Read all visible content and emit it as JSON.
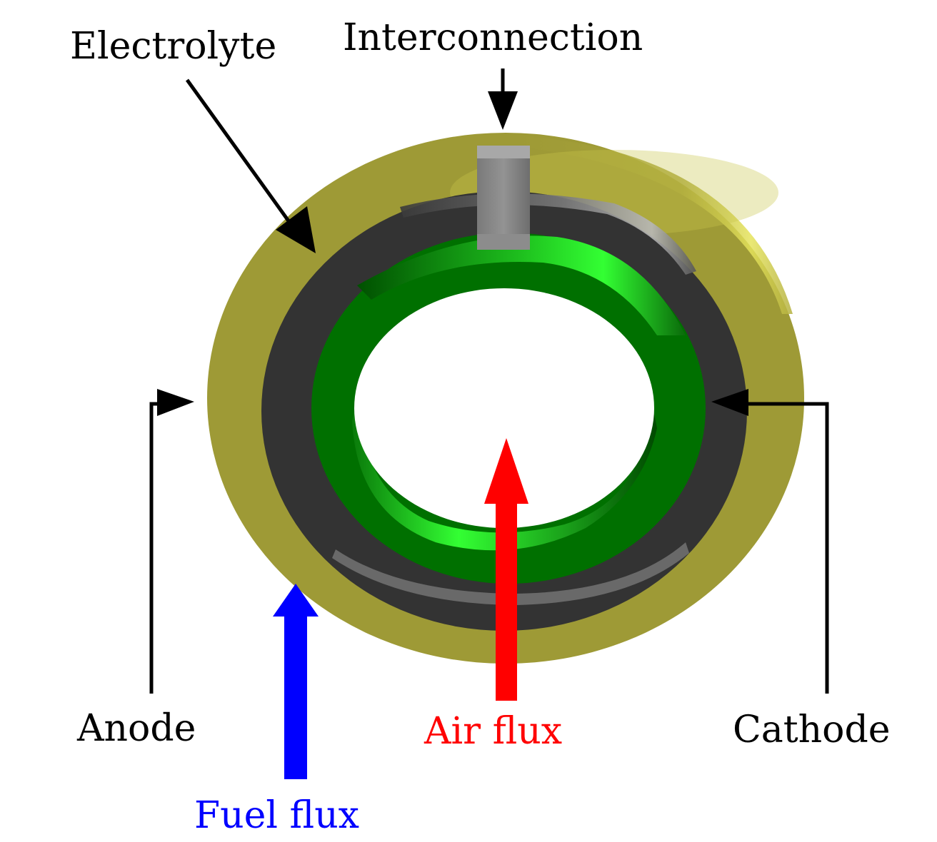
{
  "labels": {
    "electrolyte": "Electrolyte",
    "interconnection": "Interconnection",
    "anode": "Anode",
    "cathode": "Cathode",
    "air_flux": "Air flux",
    "fuel_flux": "Fuel flux"
  },
  "colors": {
    "anode": "#9e9a36",
    "anode_highlight": "#e6e45c",
    "electrolyte": "#333333",
    "cathode": "#007000",
    "cathode_highlight": "#33ff33",
    "interconnection": "#8a8a8a",
    "air_flux": "#ff0000",
    "fuel_flux": "#0000ff",
    "text": "#000000"
  }
}
